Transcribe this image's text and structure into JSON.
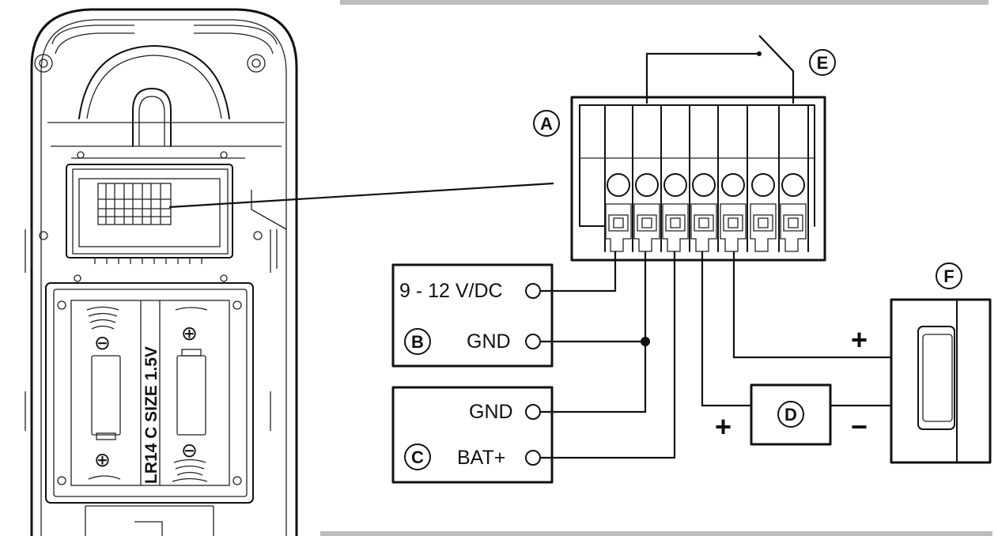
{
  "callouts": {
    "A": "A",
    "B": "B",
    "C": "C",
    "D": "D",
    "E": "E",
    "F": "F"
  },
  "box_b": {
    "voltage_label": "9 - 12 V/DC",
    "gnd_label": "GND"
  },
  "box_c": {
    "gnd_label": "GND",
    "bat_label": "BAT+"
  },
  "signs": {
    "plus_lock": "+",
    "plus_d": "+",
    "minus_d": "−"
  },
  "battery": {
    "marking": "LR14 C SIZE 1.5V",
    "plus_top": "⊕",
    "minus_top": "⊖",
    "plus_bottom": "⊕",
    "minus_bottom": "⊖"
  }
}
